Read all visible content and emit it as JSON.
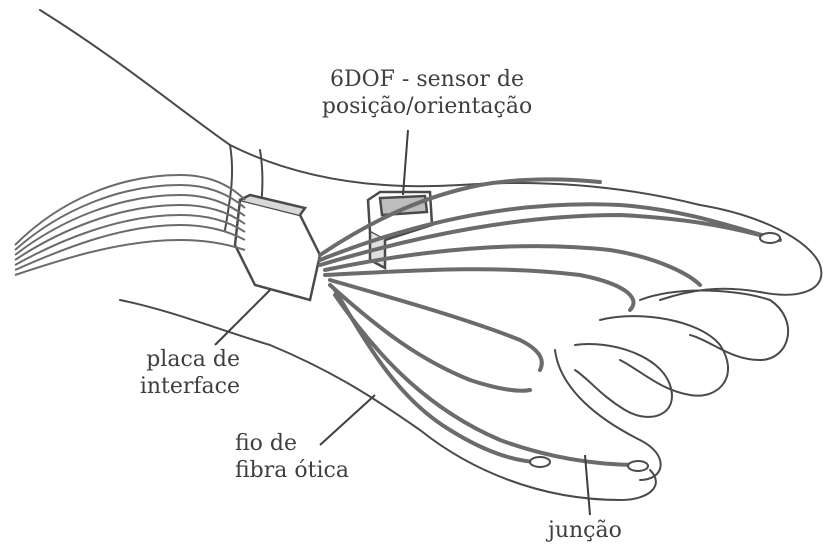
{
  "labels": {
    "sensor": {
      "line1": "6DOF - sensor de",
      "line2": "posição/orientação"
    },
    "interface": {
      "line1": "placa de",
      "line2": "interface"
    },
    "fiber": {
      "line1": "fio de",
      "line2": "fibra ótica"
    },
    "junction": {
      "line1": "junção"
    }
  },
  "colors": {
    "ink": "#3f3f3f",
    "outline": "#4a4a4a",
    "fiber": "#6b6b6b",
    "background": "#ffffff"
  }
}
